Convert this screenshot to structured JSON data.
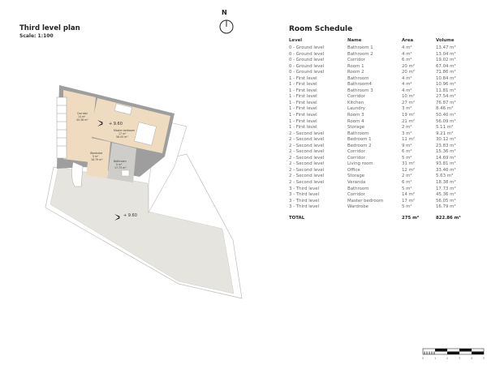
{
  "plan": {
    "title": "Third level plan",
    "scale": "Scale: 1:100",
    "north": "N",
    "level_marks": [
      "+ 9.60",
      "+ 9.60"
    ],
    "rooms": [
      {
        "name": "Corridor",
        "area": "14 m²",
        "volume": "45.36 m³"
      },
      {
        "name": "Master bedroom",
        "area": "17 m²",
        "volume": "56.05 m³"
      },
      {
        "name": "Wardrobe",
        "area": "5 m²",
        "volume": "16.79 m³"
      },
      {
        "name": "Bathroom",
        "area": "5 m²",
        "volume": "17.73 m³"
      }
    ],
    "scale_bar_labels": [
      "0",
      "1",
      "2",
      "3",
      "4",
      "5"
    ]
  },
  "schedule": {
    "title": "Room Schedule",
    "headers": [
      "Level",
      "Name",
      "Area",
      "Volume"
    ],
    "rows": [
      [
        "0 - Ground level",
        "Bathroom 1",
        "4 m²",
        "13.47 m³"
      ],
      [
        "0 - Ground level",
        "Bathroom 2",
        "4 m²",
        "13.04 m³"
      ],
      [
        "0 - Ground level",
        "Corridor",
        "6 m²",
        "19.02 m³"
      ],
      [
        "0 - Ground level",
        "Room 1",
        "20 m²",
        "67.04 m³"
      ],
      [
        "0 - Ground level",
        "Room 2",
        "20 m²",
        "71.86 m³"
      ],
      [
        "1 - First level",
        "Bathroom",
        "4 m²",
        "10.84 m³"
      ],
      [
        "1 - First level",
        "Bathroom4",
        "4 m²",
        "10.96 m³"
      ],
      [
        "1 - First level",
        "Bathroom 3",
        "4 m²",
        "11.81 m³"
      ],
      [
        "1 - First level",
        "Corridor",
        "10 m²",
        "27.54 m³"
      ],
      [
        "1 - First level",
        "Kitchen",
        "27 m²",
        "76.87 m³"
      ],
      [
        "1 - First level",
        "Laundry",
        "3 m²",
        "8.46 m³"
      ],
      [
        "1 - First level",
        "Room 3",
        "19 m²",
        "50.40 m³"
      ],
      [
        "1 - First level",
        "Room 4",
        "21 m²",
        "56.09 m³"
      ],
      [
        "1 - First level",
        "Storage",
        "2 m²",
        "5.11 m³"
      ],
      [
        "2 - Second level",
        "Bathroom",
        "3 m²",
        "9.21 m³"
      ],
      [
        "2 - Second level",
        "Bedroom 1",
        "11 m²",
        "30.12 m³"
      ],
      [
        "2 - Second level",
        "Bedroom 2",
        "9 m²",
        "23.83 m³"
      ],
      [
        "2 - Second level",
        "Corridor",
        "6 m²",
        "15.36 m³"
      ],
      [
        "2 - Second level",
        "Corridor",
        "5 m²",
        "14.69 m³"
      ],
      [
        "2 - Second level",
        "Living room",
        "31 m²",
        "93.81 m³"
      ],
      [
        "2 - Second level",
        "Office",
        "12 m²",
        "33.40 m³"
      ],
      [
        "2 - Second level",
        "Storage",
        "2 m²",
        "5.63 m³"
      ],
      [
        "2 - Second level",
        "Veranda",
        "6 m²",
        "18.38 m³"
      ],
      [
        "3 - Third level",
        "Bathroom",
        "5 m²",
        "17.73 m³"
      ],
      [
        "3 - Third level",
        "Corridor",
        "14 m²",
        "45.36 m³"
      ],
      [
        "3 - Third level",
        "Master bedroom",
        "17 m²",
        "56.05 m³"
      ],
      [
        "3 - Third level",
        "Wardrobe",
        "5 m²",
        "16.79 m³"
      ]
    ],
    "total": {
      "label": "TOTAL",
      "area": "275 m²",
      "volume": "822.86 m³"
    }
  }
}
